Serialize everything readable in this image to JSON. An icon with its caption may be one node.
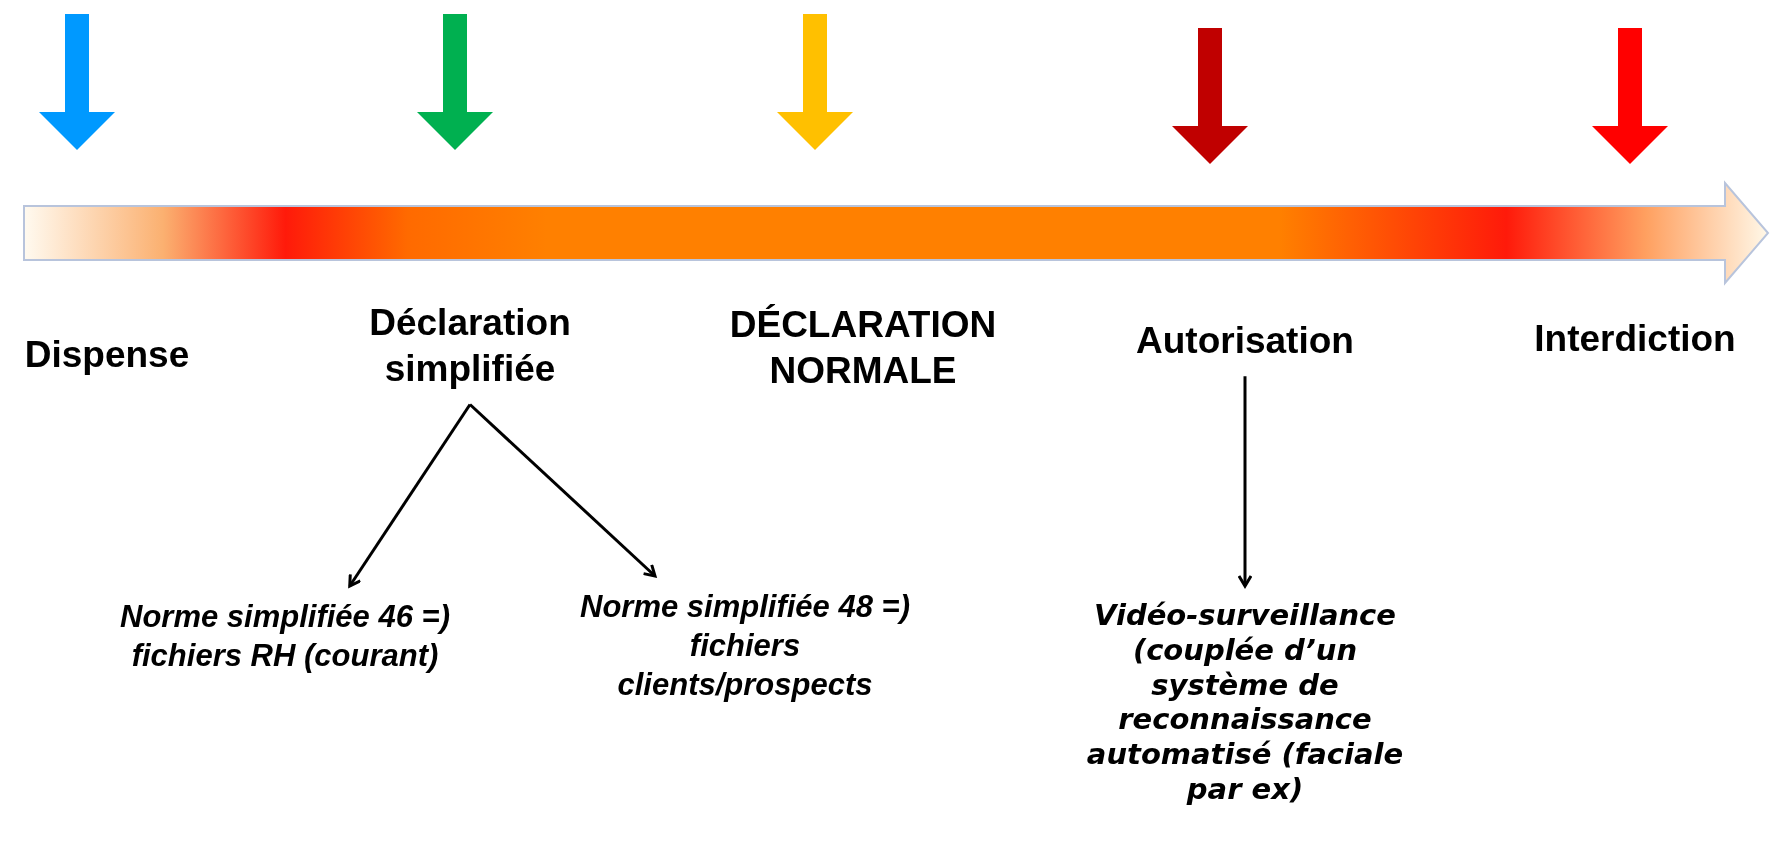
{
  "diagram": {
    "nodes": [
      {
        "text": [
          "Dispense"
        ]
      },
      {
        "text": [
          "Déclaration simplifiée"
        ]
      },
      {
        "text": [
          "DÉCLARATION NORMALE"
        ]
      },
      {
        "text": [
          "Autorisation"
        ]
      },
      {
        "text": [
          "Interdiction"
        ]
      },
      {
        "text": [
          "Norme simplifiée 46 =) fichiers RH (courant)"
        ]
      },
      {
        "text": [
          "Norme simplifiée 48 =) fichiers clients/prospects"
        ]
      },
      {
        "text": [
          "Vidéo-surveillance (couplée d’un système de reconnaissance automatisé (faciale par ex)"
        ]
      }
    ],
    "edges": [
      {
        "from": 1,
        "to": 5,
        "arrow": "to"
      },
      {
        "from": 1,
        "to": 6,
        "arrow": "to"
      },
      {
        "from": 3,
        "to": 7,
        "arrow": "to"
      }
    ]
  }
}
